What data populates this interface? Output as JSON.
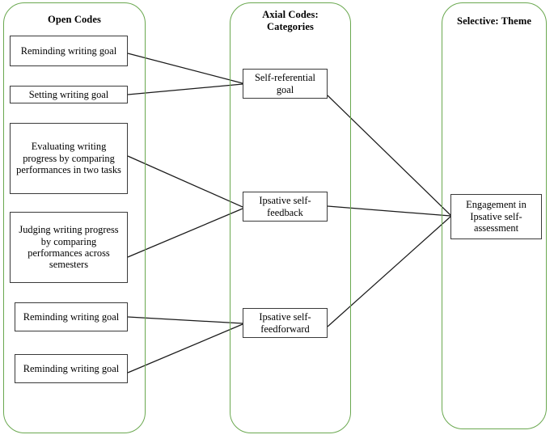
{
  "diagram": {
    "title_visible": false,
    "accent_color": "#6aa84f",
    "box_border_color": "#3a3a3a",
    "link_color": "#1a1a1a",
    "columns": [
      {
        "id": "open-codes",
        "header": "Open Codes",
        "nodes": [
          {
            "id": "oc1",
            "label": "Reminding writing goal"
          },
          {
            "id": "oc2",
            "label": "Setting writing goal"
          },
          {
            "id": "oc3",
            "label": "Evaluating writing progress by comparing performances in two tasks"
          },
          {
            "id": "oc4",
            "label": "Judging writing progress by comparing performances across semesters"
          },
          {
            "id": "oc5",
            "label": "Reminding writing goal"
          },
          {
            "id": "oc6",
            "label": "Reminding writing goal"
          }
        ]
      },
      {
        "id": "axial-codes",
        "header": "Axial Codes: Categories",
        "header_line1": "Axial Codes:",
        "header_line2": "Categories",
        "nodes": [
          {
            "id": "ac1",
            "label": "Self-referential goal"
          },
          {
            "id": "ac2",
            "label": "Ipsative self-feedback"
          },
          {
            "id": "ac3",
            "label": "Ipsative self-feedforward"
          }
        ]
      },
      {
        "id": "selective-theme",
        "header": "Selective: Theme",
        "nodes": [
          {
            "id": "st1",
            "label": "Engagement in Ipsative self-assessment"
          }
        ]
      }
    ],
    "links": [
      {
        "from": "oc1",
        "to": "ac1"
      },
      {
        "from": "oc2",
        "to": "ac1"
      },
      {
        "from": "oc3",
        "to": "ac2"
      },
      {
        "from": "oc4",
        "to": "ac2"
      },
      {
        "from": "oc5",
        "to": "ac3"
      },
      {
        "from": "oc6",
        "to": "ac3"
      },
      {
        "from": "ac1",
        "to": "st1"
      },
      {
        "from": "ac2",
        "to": "st1"
      },
      {
        "from": "ac3",
        "to": "st1"
      }
    ]
  }
}
